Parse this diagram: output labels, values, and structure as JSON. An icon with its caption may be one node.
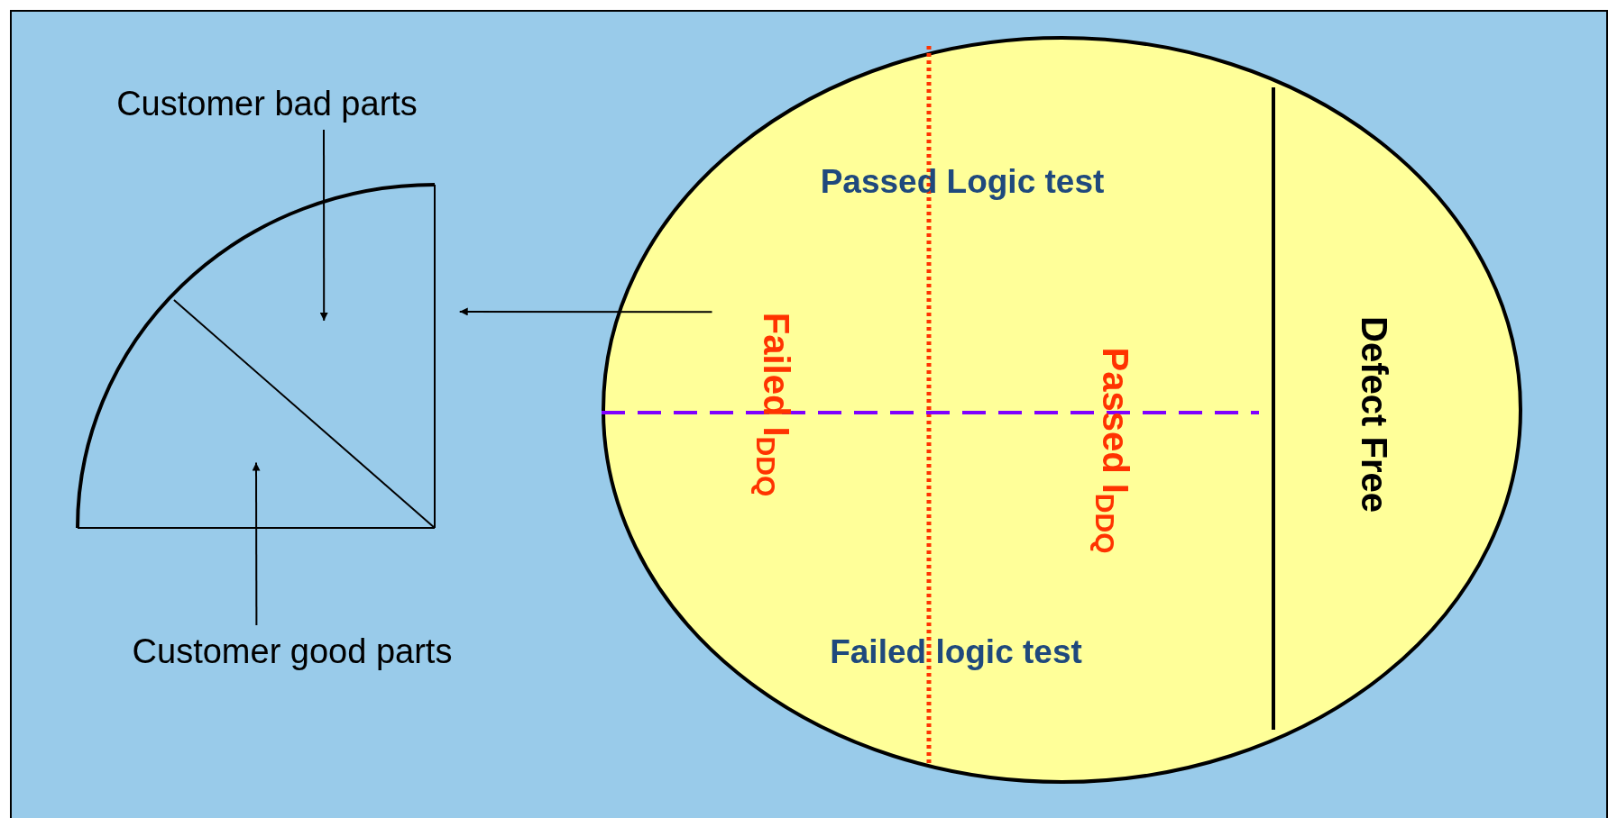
{
  "diagram": {
    "nodes": [
      {
        "text": [
          "Customer bad parts"
        ]
      },
      {
        "text": [],
        "shape": "pie"
      },
      {
        "text": [
          "Customer good parts"
        ]
      },
      {
        "text": [
          "Passed Logic test",
          "Failed logic test",
          "Failed I$_{DDQ}$",
          "Passed I$_{DDQ}$",
          "Defect Free"
        ]
      }
    ],
    "edges": [
      {
        "from": 0,
        "to": 1,
        "arrow": "to"
      },
      {
        "from": 2,
        "to": 1,
        "arrow": "to"
      },
      {
        "from": 3,
        "to": 1,
        "arrow": "to"
      }
    ]
  }
}
